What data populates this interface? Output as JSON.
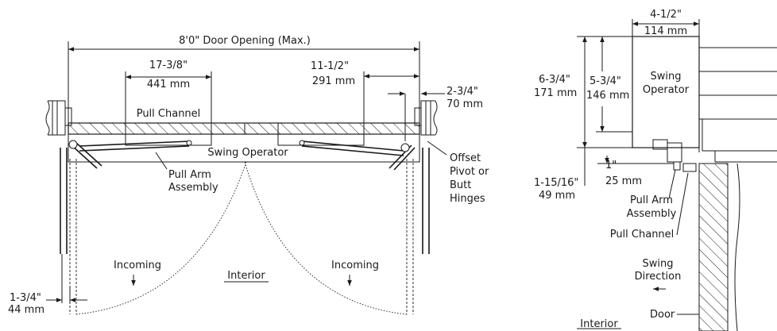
{
  "plan_view": {
    "door_opening_label": "8'0\" Door Opening (Max.)",
    "dim_pull_channel_in": "17-3/8\"",
    "dim_pull_channel_mm": "441 mm",
    "dim_arm_in": "11-1/2\"",
    "dim_arm_mm": "291 mm",
    "dim_pivot_in": "2-3/4\"",
    "dim_pivot_mm": "70 mm",
    "pull_channel_label": "Pull Channel",
    "swing_operator_label": "Swing Operator",
    "pull_arm_label_1": "Pull Arm",
    "pull_arm_label_2": "Assembly",
    "hinge_label_1": "Offset",
    "hinge_label_2": "Pivot or",
    "hinge_label_3": "Butt",
    "hinge_label_4": "Hinges",
    "incoming_left": "Incoming",
    "incoming_right": "Incoming",
    "interior_label": "Interior",
    "dim_door_in": "1-3/4\"",
    "dim_door_mm": "44 mm"
  },
  "section_view": {
    "dim_width_in": "4-1/2\"",
    "dim_width_mm": "114 mm",
    "dim_total_in": "6-3/4\"",
    "dim_total_mm": "171 mm",
    "dim_body_in": "5-3/4\"",
    "dim_body_mm": "146 mm",
    "operator_label_1": "Swing",
    "operator_label_2": "Operator",
    "dim_gap_in": "1\"",
    "dim_gap_mm": "25 mm",
    "dim_bottom_in": "1-15/16\"",
    "dim_bottom_mm": "49 mm",
    "pull_arm_label_1": "Pull Arm",
    "pull_arm_label_2": "Assembly",
    "pull_channel_label": "Pull Channel",
    "swing_dir_label_1": "Swing",
    "swing_dir_label_2": "Direction",
    "door_label": "Door",
    "interior_label": "Interior"
  }
}
